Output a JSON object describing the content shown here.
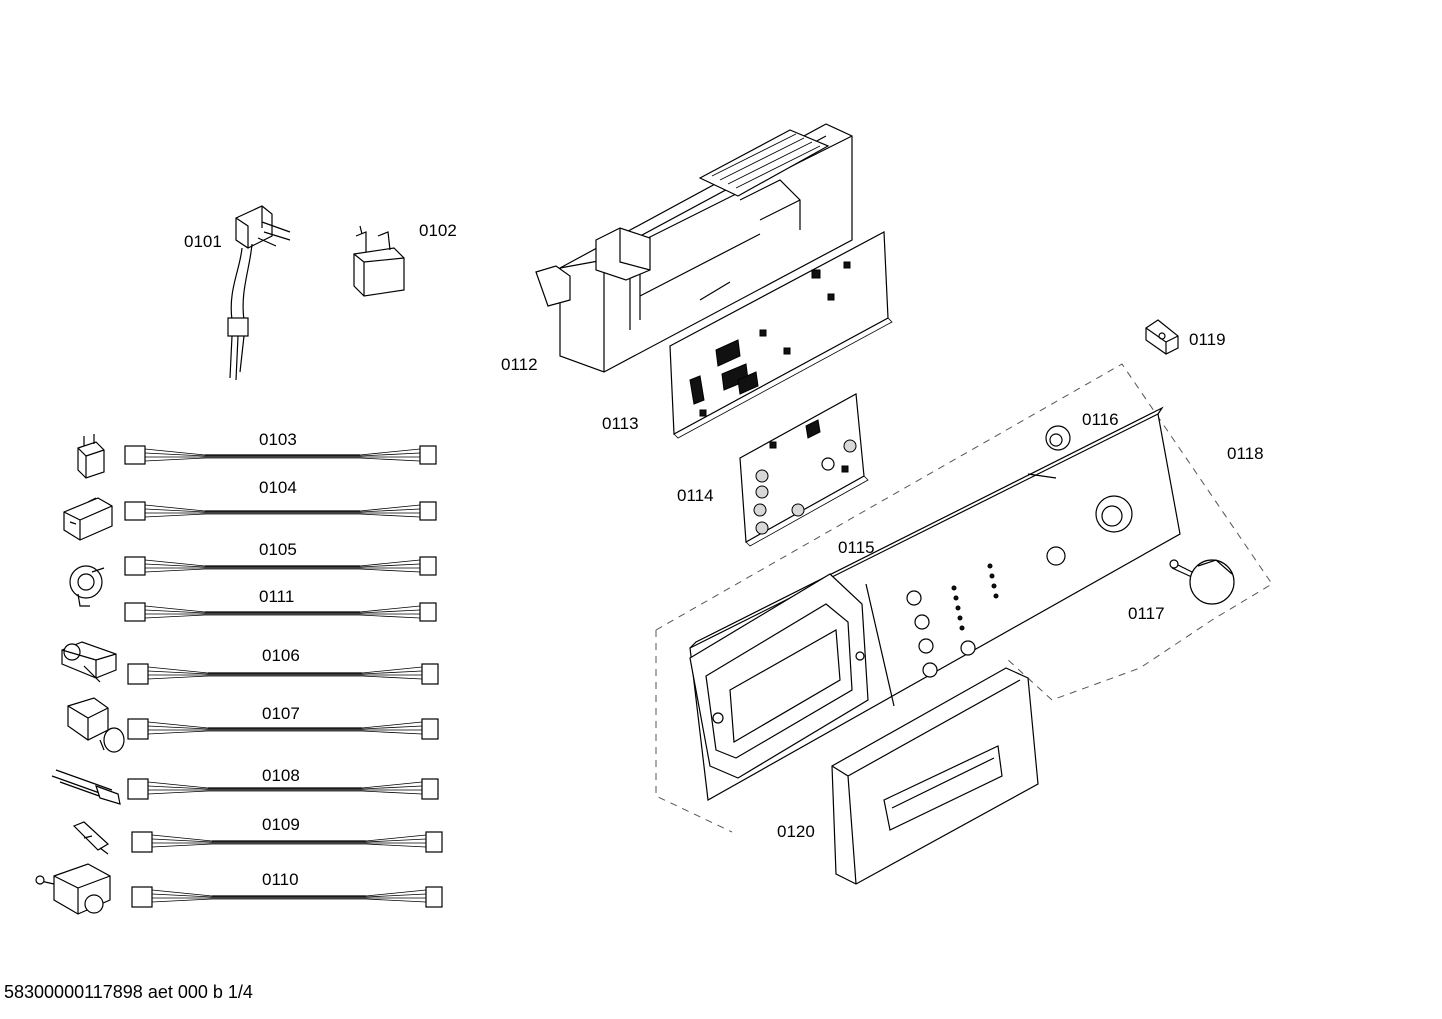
{
  "labels": {
    "p0101": "0101",
    "p0102": "0102",
    "p0103": "0103",
    "p0104": "0104",
    "p0105": "0105",
    "p0111": "0111",
    "p0106": "0106",
    "p0107": "0107",
    "p0108": "0108",
    "p0109": "0109",
    "p0110": "0110",
    "p0112": "0112",
    "p0113": "0113",
    "p0114": "0114",
    "p0115": "0115",
    "p0116": "0116",
    "p0117": "0117",
    "p0118": "0118",
    "p0119": "0119",
    "p0120": "0120"
  },
  "footer": "58300000117898 aet 000 b 1/4"
}
